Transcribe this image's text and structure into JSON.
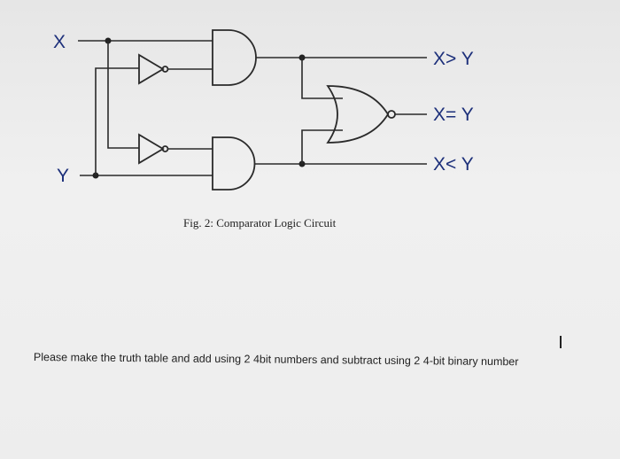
{
  "circuit": {
    "input_x": "X",
    "input_y": "Y",
    "output_gt": "X> Y",
    "output_eq": "X= Y",
    "output_lt": "X< Y",
    "gates": [
      "not-gate",
      "not-gate",
      "and-gate",
      "and-gate",
      "nor-gate"
    ]
  },
  "caption": "Fig. 2: Comparator Logic Circuit",
  "question": "Please make the truth table and add using 2 4bit numbers and subtract using 2 4-bit binary number"
}
